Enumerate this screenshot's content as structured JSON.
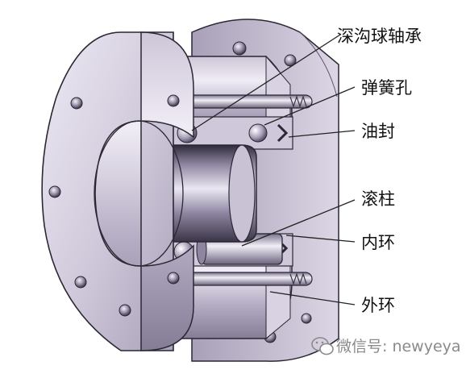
{
  "labels": {
    "deep_groove_ball_bearing": "深沟球轴承",
    "spring_hole": "弹簧孔",
    "oil_seal": "油封",
    "roller": "滚柱",
    "inner_ring": "内环",
    "outer_ring": "外环"
  },
  "watermark": {
    "text": "微信号: newyeya",
    "icon": "wechat-icon"
  },
  "colors": {
    "metal_light": "#e6e1ee",
    "metal_mid": "#b3abc2",
    "metal_dark": "#5e5670",
    "outline": "#2b2733"
  }
}
